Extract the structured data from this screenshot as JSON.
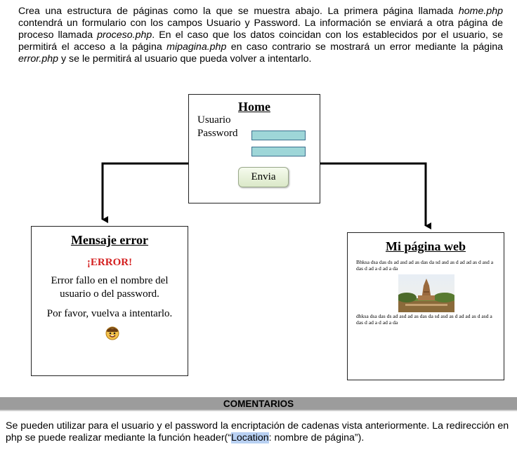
{
  "intro": {
    "s1": "Crea una estructura de páginas como la que se muestra abajo. La primera página llamada",
    "f_home": "home.php",
    "s2": " contendrá un formulario con los campos Usuario y Password. La información se enviará a otra página de proceso llamada ",
    "f_proceso": "proceso.php",
    "s3": ". En el caso que los datos coincidan con los establecidos por el usuario, se permitirá el acceso a la página ",
    "f_mipagina": "mipagina.php",
    "s4": " en caso contrario se mostrará un error mediante la página ",
    "f_error": "error.php",
    "s5": " y se le permitirá al usuario que pueda volver a intentarlo."
  },
  "home_box": {
    "title": "Home",
    "usuario_label": "Usuario",
    "password_label": "Password",
    "submit_label": "Envia"
  },
  "error_box": {
    "title": "Mensaje error",
    "alert": "¡ERROR!",
    "message": "Error fallo en el nombre del usuario o del password.",
    "retry": "Por favor, vuelva a intentarlo."
  },
  "web_box": {
    "title": "Mi página web",
    "text1": "Bhksa dsa das ds ad asd ad as das da sd asd as d ad ad as d asd a das d ad a d ad a da",
    "text2": "dhksa dsa das ds ad asd ad as das da sd asd as d ad ad as d asd a das d ad a d ad a da"
  },
  "comments": {
    "header": "COMENTARIOS",
    "t1": "Se pueden utilizar para el usuario y el password la encriptación de cadenas vista anteriormente. La redirección en php se puede realizar mediante la función header(“",
    "highlight": "Location",
    "t2": ": nombre de página”)."
  },
  "colors": {
    "error_red": "#d42020",
    "field_fill": "#9ed6d8",
    "section_bar": "#9c9c9c",
    "selection_highlight": "#b8d0f2"
  }
}
